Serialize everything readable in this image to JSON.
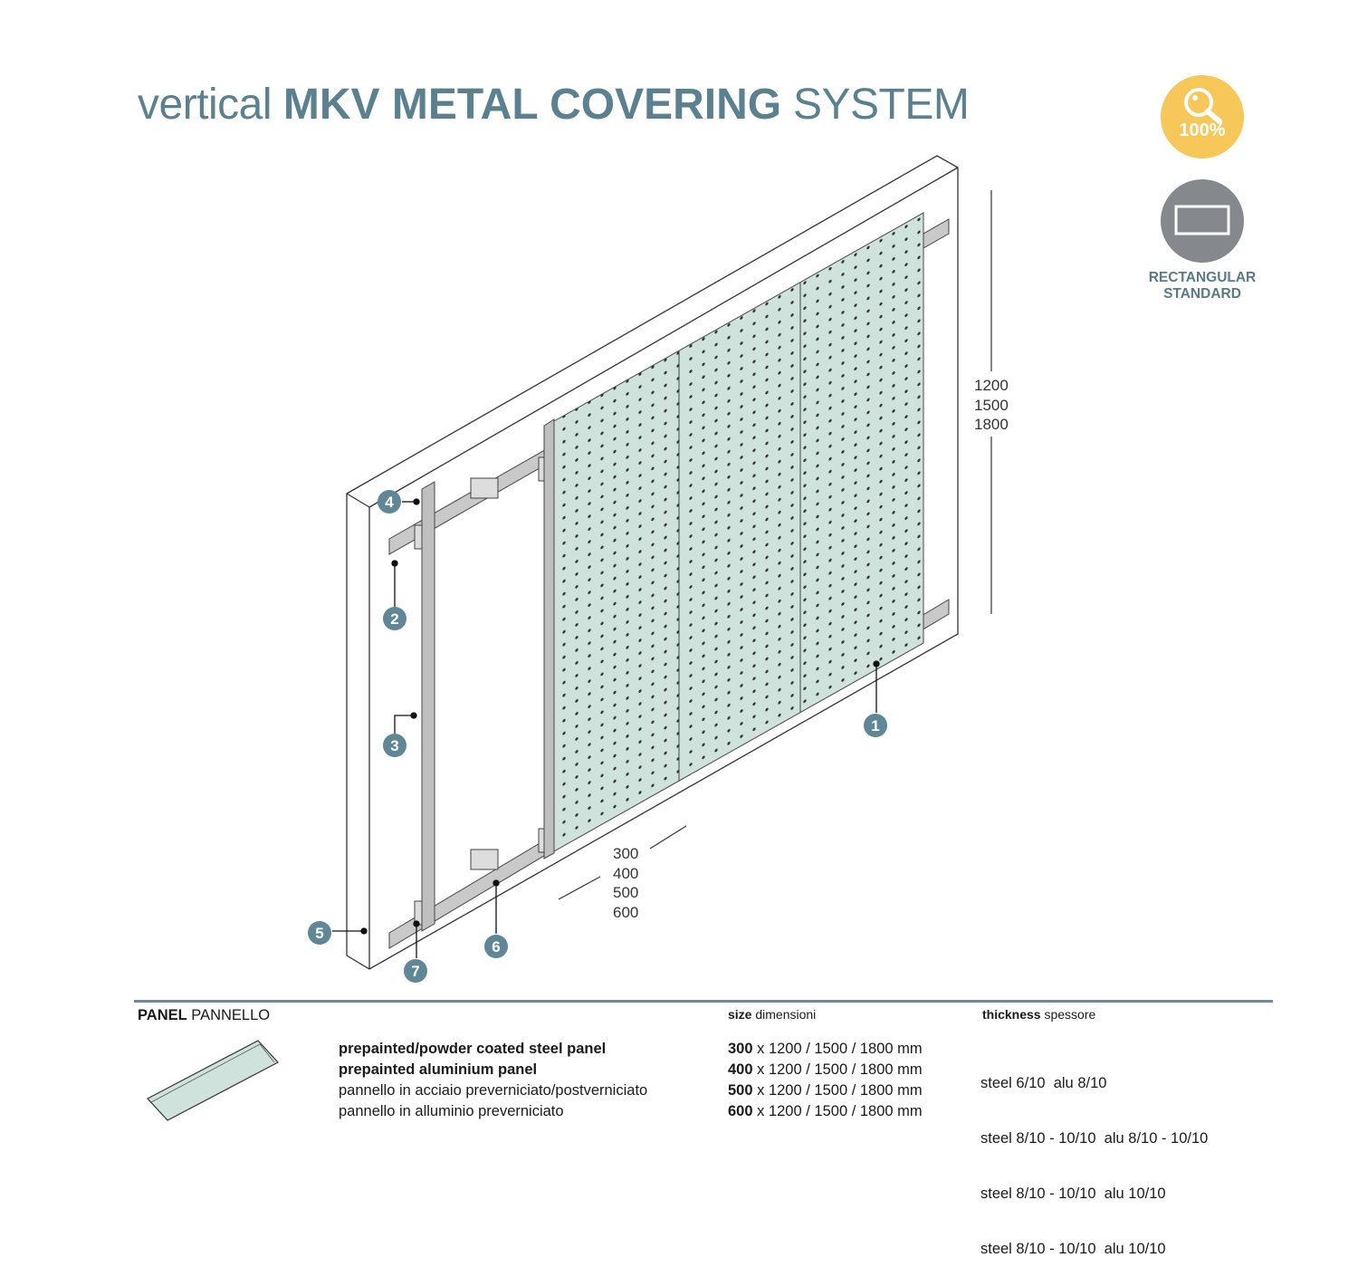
{
  "title": {
    "prefix": "vertical",
    "bold": "MKV METAL COVERING",
    "suffix": "SYSTEM"
  },
  "badges": {
    "zoom": {
      "icon": "magnifier-icon",
      "label": "100%",
      "color": "#f7c75a"
    },
    "shape": {
      "icon": "rectangle-icon",
      "label_line1": "RECTANGULAR",
      "label_line2": "STANDARD",
      "color": "#85888c"
    }
  },
  "diagram": {
    "callouts": [
      "1",
      "2",
      "3",
      "4",
      "5",
      "6",
      "7"
    ],
    "height_dims": [
      "1200",
      "1500",
      "1800"
    ],
    "width_dims": [
      "300",
      "400",
      "500",
      "600"
    ],
    "callout_color": "#5f8796",
    "panel_color": "#cfe3dc"
  },
  "table": {
    "section_bold": "PANEL",
    "section_rest": "PANNELLO",
    "size_header_bold": "size",
    "size_header_rest": "dimensioni",
    "thickness_header_bold": "thickness",
    "thickness_header_rest": "spessore",
    "descriptions": [
      "prepainted/powder coated steel panel",
      "prepainted aluminium panel",
      "pannello in acciaio preverniciato/postverniciato",
      "pannello in alluminio preverniciato"
    ],
    "sizes": [
      {
        "width": "300",
        "rest": "x 1200 / 1500 / 1800 mm"
      },
      {
        "width": "400",
        "rest": "x 1200 / 1500 / 1800 mm"
      },
      {
        "width": "500",
        "rest": "x 1200 / 1500 / 1800 mm"
      },
      {
        "width": "600",
        "rest": "x 1200 / 1500 / 1800 mm"
      }
    ],
    "thicknesses": [
      "steel 6/10  alu 8/10",
      "steel 8/10 - 10/10  alu 8/10 - 10/10",
      "steel 8/10 - 10/10  alu 10/10",
      "steel 8/10 - 10/10  alu 10/10"
    ]
  }
}
